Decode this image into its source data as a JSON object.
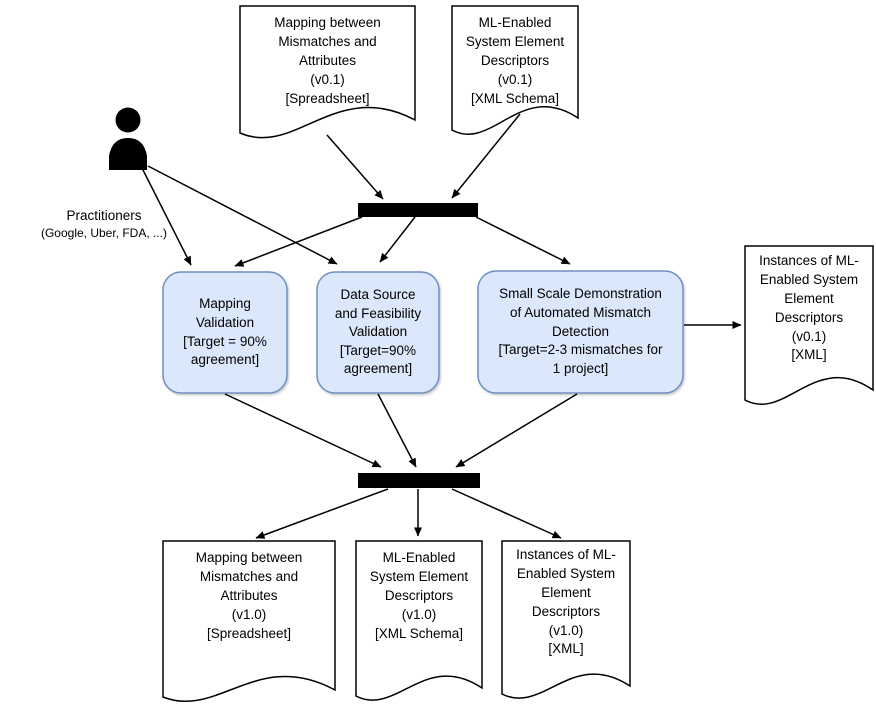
{
  "title": "Descriptor validation workflow diagram",
  "actor": {
    "label": "Practitioners",
    "sublabel": "(Google, Uber, FDA, ...)"
  },
  "docs": {
    "mapping_v01": "Mapping between\nMismatches and\nAttributes\n(v0.1)\n[Spreadsheet]",
    "descriptors_v01": "ML-Enabled\nSystem Element\nDescriptors\n(v0.1)\n[XML Schema]",
    "instances_v01": "Instances of ML-\nEnabled System\nElement\nDescriptors\n(v0.1)\n[XML]",
    "mapping_v10": "Mapping between\nMismatches and\nAttributes\n(v1.0)\n[Spreadsheet]",
    "descriptors_v10": "ML-Enabled\nSystem Element\nDescriptors\n(v1.0)\n[XML Schema]",
    "instances_v10": "Instances of ML-\nEnabled System\nElement\nDescriptors\n(v1.0)\n[XML]"
  },
  "activities": {
    "mapping_validation": "Mapping\nValidation\n[Target = 90%\nagreement]",
    "data_source_validation": "Data Source\nand Feasibility\nValidation\n[Target=90%\nagreement]",
    "small_scale_demo": "Small Scale Demonstration\nof Automated Mismatch\nDetection\n[Target=2-3 mismatches for\n1 project]"
  },
  "colors": {
    "activity_fill": "#dbe8fc",
    "activity_stroke": "#6e8fc0",
    "line": "#000000",
    "shape_stroke": "#000000",
    "background": "#ffffff"
  }
}
